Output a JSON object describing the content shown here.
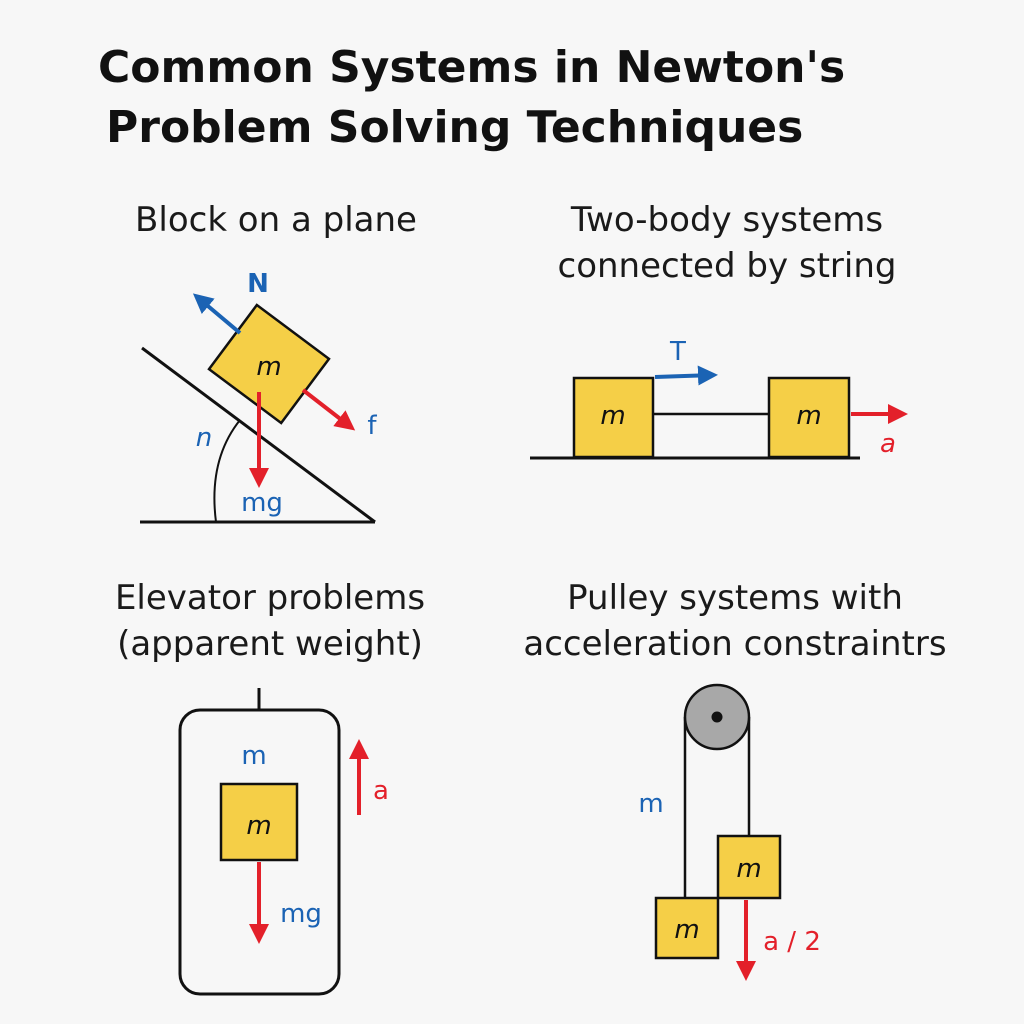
{
  "title": {
    "line1": "Common Systems in Newton's",
    "line2": "Problem Solving Techniques"
  },
  "colors": {
    "block_fill": "#f5cf47",
    "force_blue": "#1b63b4",
    "force_red": "#e3202a",
    "pulley_gray": "#a8a8a8"
  },
  "panels": {
    "block_on_plane": {
      "title": "Block on a plane",
      "mass_label": "m",
      "normal_label": "N",
      "friction_label": "f",
      "angle_label": "n",
      "weight_label": "mg"
    },
    "two_body": {
      "title_line1": "Two-body systems",
      "title_line2": "connected by string",
      "tension_label": "T",
      "mass1_label": "m",
      "mass2_label": "m",
      "accel_label": "a"
    },
    "elevator": {
      "title_line1": "Elevator problems",
      "title_line2": "(apparent weight)",
      "cabin_label": "m",
      "mass_label": "m",
      "accel_label": "a",
      "weight_label": "mg"
    },
    "pulley": {
      "title_line1": "Pulley systems with",
      "title_line2": "acceleration constraintrs",
      "rope_label": "m",
      "mass_upper_label": "m",
      "mass_lower_label": "m",
      "accel_label": "a / 2"
    }
  }
}
